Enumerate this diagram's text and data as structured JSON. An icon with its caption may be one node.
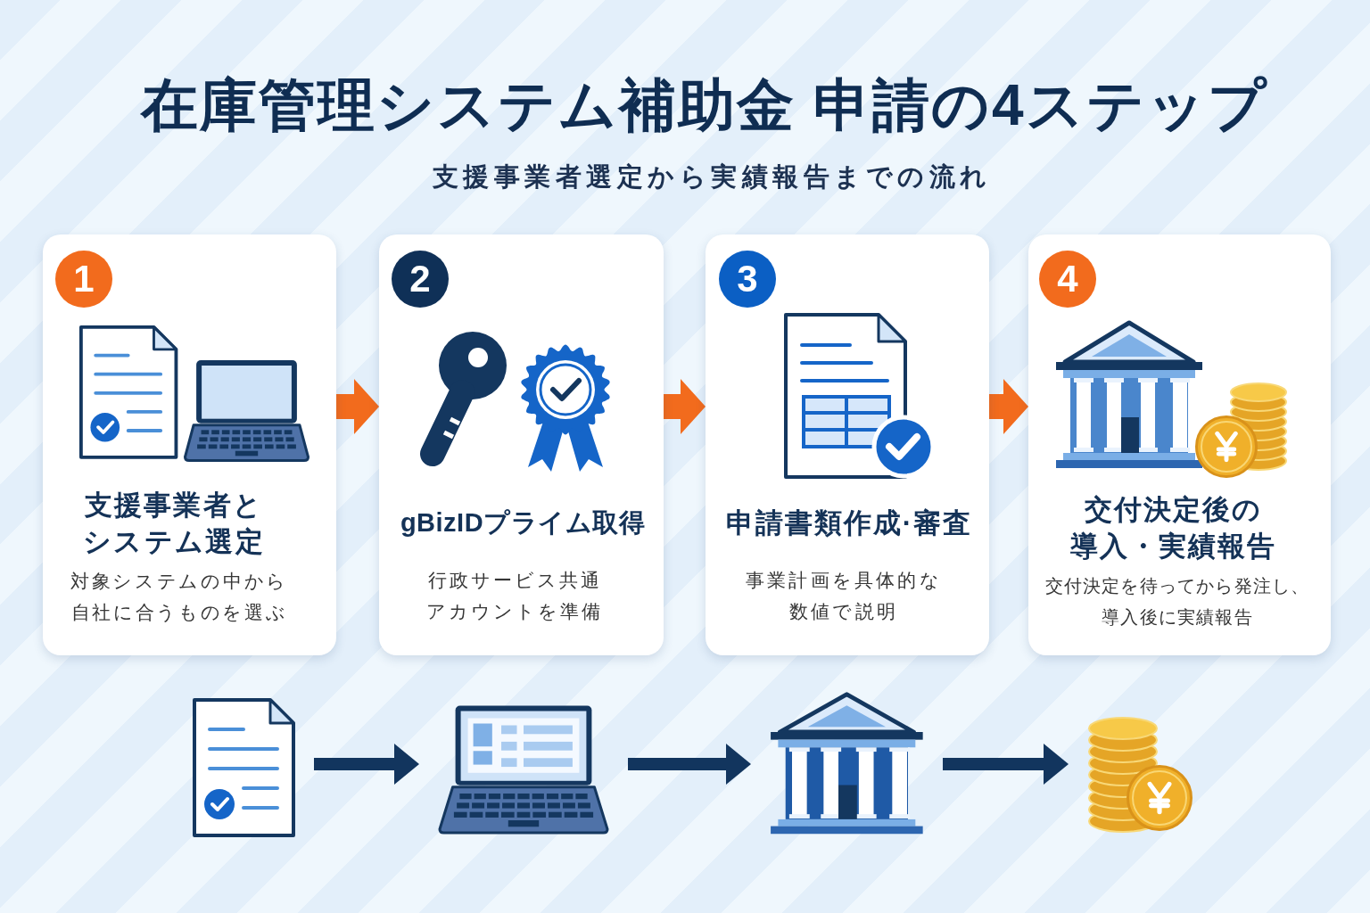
{
  "diagram": {
    "title": "在庫管理システム補助金 申請の4ステップ",
    "nodes": [
      {
        "text": [
          "支援事業者とシステム選定",
          "対象システムの中から自社に合うものを選ぶ"
        ]
      },
      {
        "text": [
          "1"
        ],
        "in": 0
      },
      {
        "text": [
          "gBizIDプライム取得",
          "行政サービス共通アカウントを準備"
        ]
      },
      {
        "text": [
          "2"
        ],
        "in": 2
      },
      {
        "text": [
          "申請書類作成·審査",
          "事業計画を具体的な数値で説明"
        ]
      },
      {
        "text": [
          "3"
        ],
        "in": 4
      },
      {
        "text": [
          "交付決定後の導入・実績報告",
          "交付決定を待ってから発注し、導入後に実績報告"
        ]
      },
      {
        "text": [
          "4"
        ],
        "in": 6
      },
      {
        "text": [],
        "shape": "picture"
      },
      {
        "text": [],
        "shape": "picture"
      },
      {
        "text": [],
        "shape": "picture"
      },
      {
        "text": [],
        "shape": "picture"
      }
    ],
    "edges": [
      {
        "from": 0,
        "to": 2,
        "arrow": "to",
        "color": "#f26b1d"
      },
      {
        "from": 2,
        "to": 4,
        "arrow": "to",
        "color": "#f26b1d"
      },
      {
        "from": 4,
        "to": 6,
        "arrow": "to",
        "color": "#f26b1d"
      },
      {
        "from": 8,
        "to": 9,
        "arrow": "to",
        "color": "#12355e"
      },
      {
        "from": 9,
        "to": 10,
        "arrow": "to",
        "color": "#12355e"
      },
      {
        "from": 10,
        "to": 11,
        "arrow": "to",
        "color": "#12355e"
      }
    ],
    "labels": [
      "支援事業者選定から実績報告までの流れ"
    ]
  }
}
